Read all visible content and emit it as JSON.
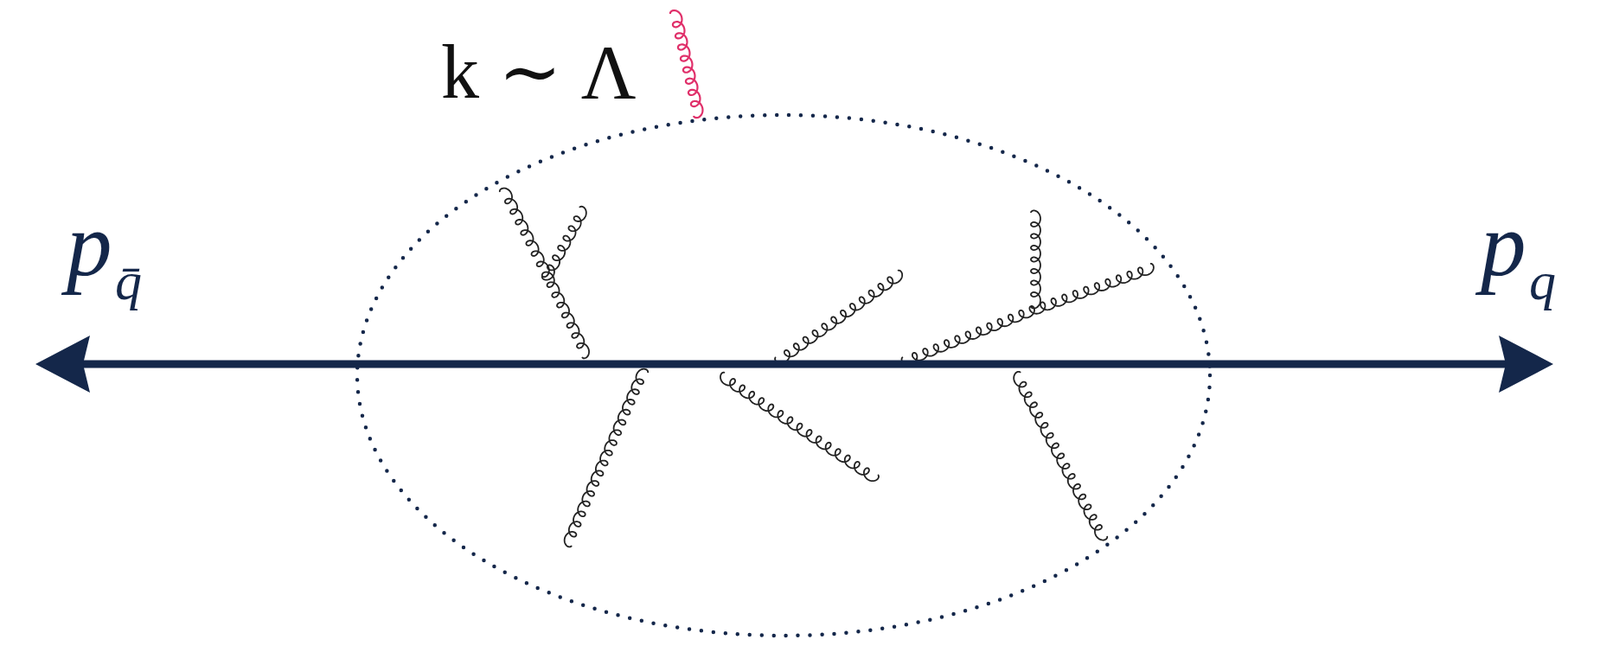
{
  "diagram": {
    "labels": [
      "k ∼ Λ",
      "p",
      "q̄",
      "p",
      "q"
    ]
  }
}
